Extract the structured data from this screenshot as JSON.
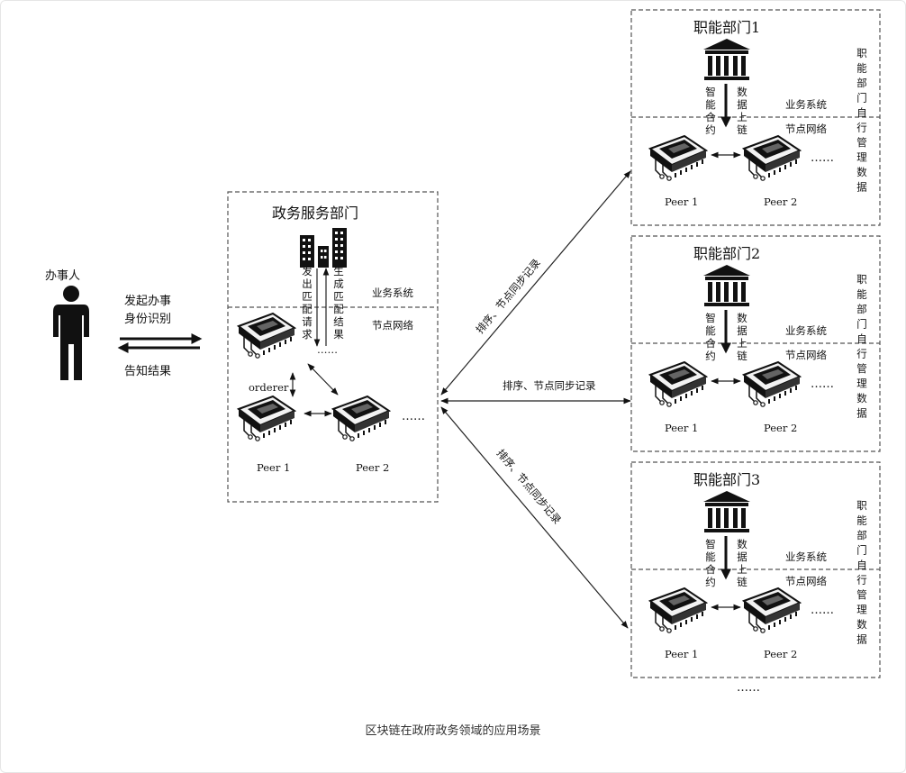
{
  "person": {
    "label": "办事人"
  },
  "arrows": {
    "request": "发起办事身份识别",
    "result": "告知结果"
  },
  "gov_box": {
    "title": "政务服务部门",
    "send_match": "发出匹配请求",
    "generate_match": "生成匹配结果",
    "business_system": "业务系统",
    "node_network": "节点网络",
    "orderer": "orderer",
    "peer1": "Peer 1",
    "peer2": "Peer 2",
    "dots": "……",
    "dots_small": "……"
  },
  "sync_label": "排序、节点同步记录",
  "departments": [
    {
      "title": "职能部门1",
      "contract": "智能合约",
      "upload": "数据上链",
      "business_system": "业务系统",
      "node_network": "节点网络",
      "peer1": "Peer 1",
      "peer2": "Peer 2",
      "dots": "……",
      "side": "职能部门自行管理数据"
    },
    {
      "title": "职能部门2",
      "contract": "智能合约",
      "upload": "数据上链",
      "business_system": "业务系统",
      "node_network": "节点网络",
      "peer1": "Peer 1",
      "peer2": "Peer 2",
      "dots": "……",
      "side": "职能部门自行管理数据"
    },
    {
      "title": "职能部门3",
      "contract": "智能合约",
      "upload": "数据上链",
      "business_system": "业务系统",
      "node_network": "节点网络",
      "peer1": "Peer 1",
      "peer2": "Peer 2",
      "dots": "……",
      "side": "职能部门自行管理数据"
    }
  ],
  "bottom_dots": "……",
  "caption": "区块链在政府政务领域的应用场景"
}
